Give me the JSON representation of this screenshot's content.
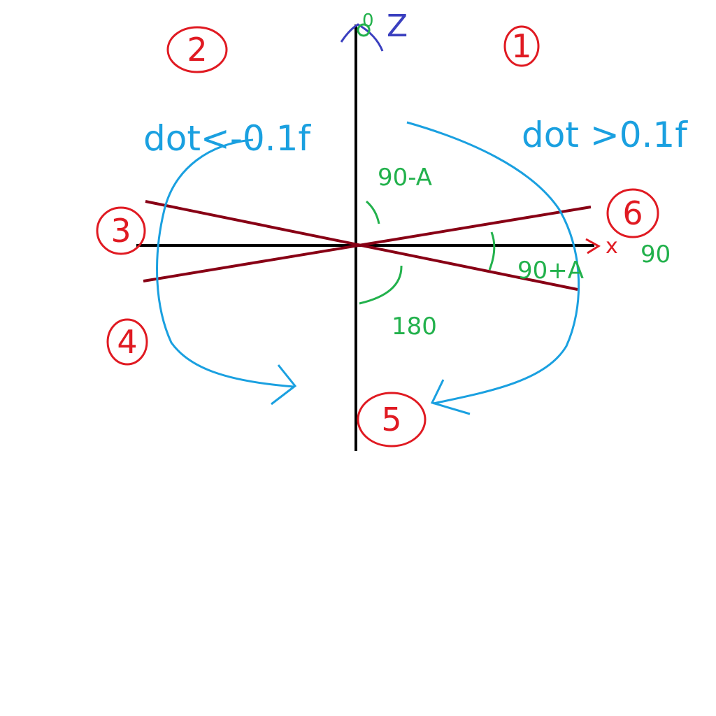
{
  "axes": {
    "z_label": "Z",
    "z_top_value": "0",
    "x_label": "x",
    "x_value": "90"
  },
  "labels": {
    "dot_left": "dot<-0.1f",
    "dot_right": "dot >0.1f",
    "angle_upper": "90-A",
    "angle_right": "90+A",
    "angle_lower": "180"
  },
  "regions": [
    "1",
    "2",
    "3",
    "4",
    "5",
    "6"
  ],
  "colors": {
    "axes": "#000000",
    "lines": "#880015",
    "arcs": "#1aa0e0",
    "angles": "#22b14c",
    "regions": "#e01a22",
    "z_axis_label": "#3a3fbf"
  }
}
